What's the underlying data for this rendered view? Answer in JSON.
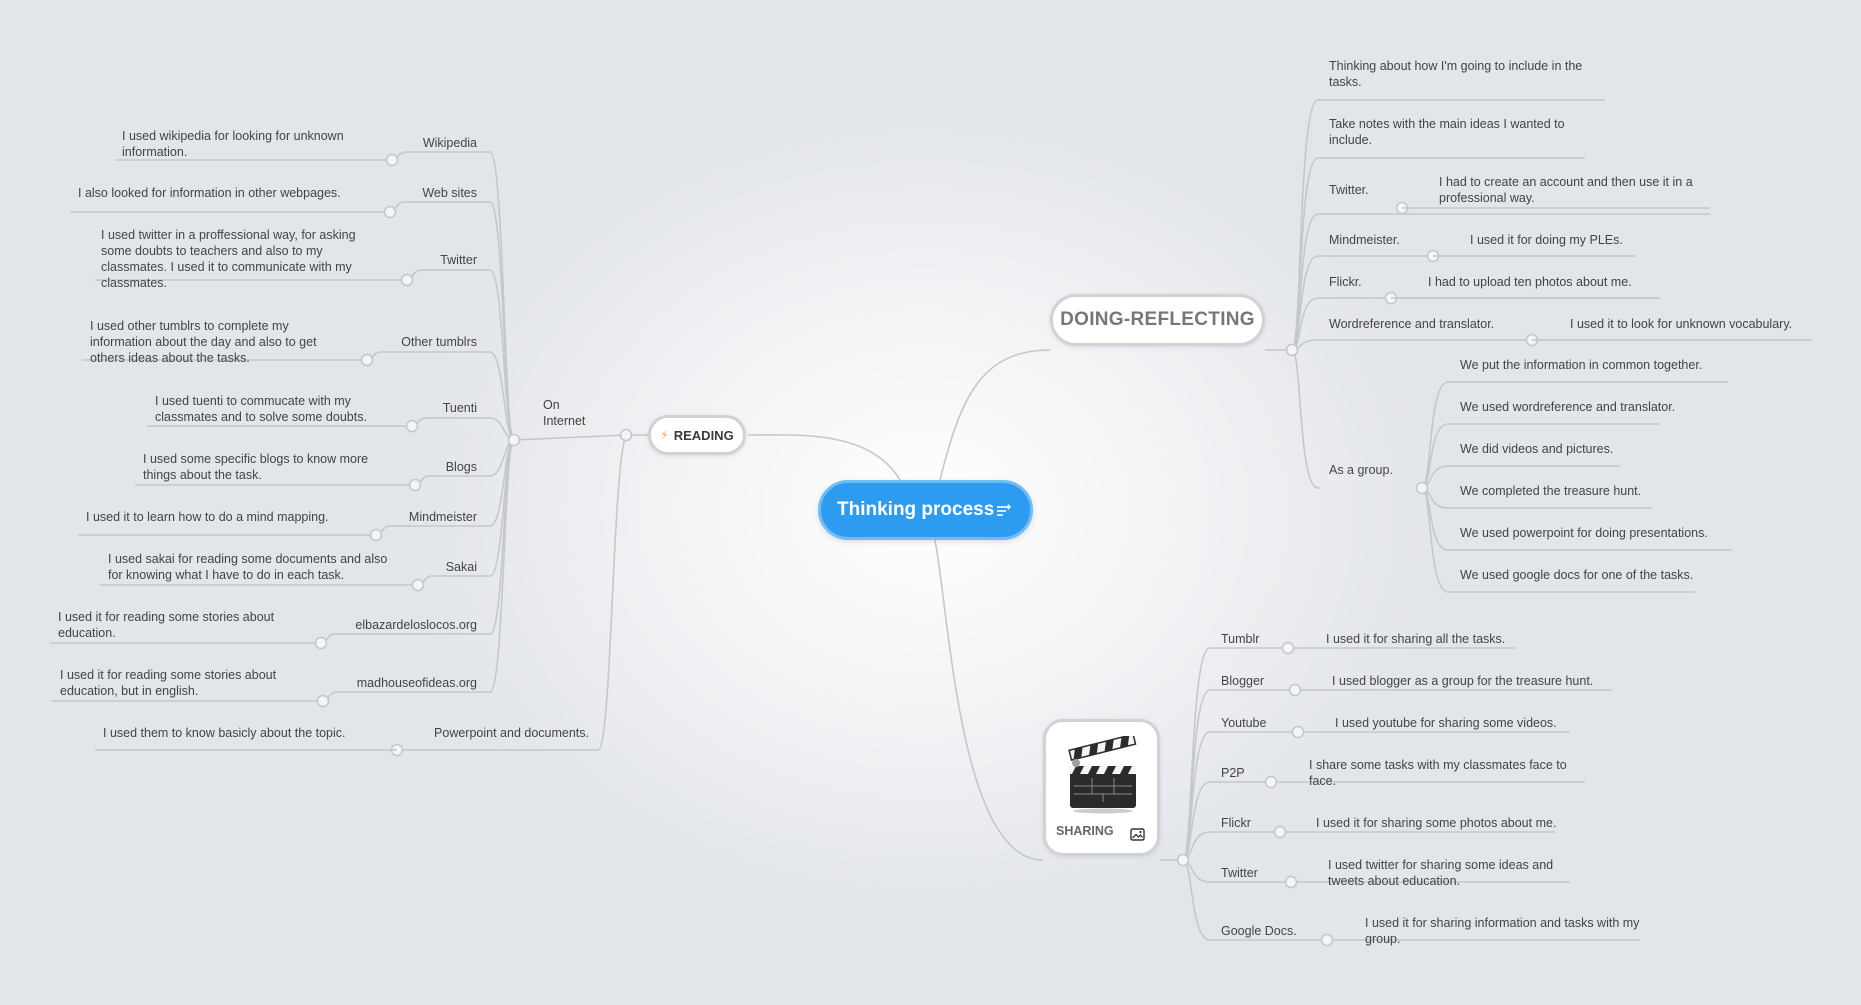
{
  "root": {
    "title": "Thinking process",
    "note_icon": "notes-icon"
  },
  "reading": {
    "label": "READING",
    "icon": "lightning-icon",
    "on_internet": "On\nInternet",
    "items": [
      {
        "label": "Wikipedia",
        "detail": "I used wikipedia for looking for unknown information."
      },
      {
        "label": "Web sites",
        "detail": "I also looked for information in other webpages."
      },
      {
        "label": "Twitter",
        "detail": "I used twitter in a proffessional way, for asking some doubts to teachers and also to my classmates. I used it to communicate with my classmates."
      },
      {
        "label": "Other tumblrs",
        "detail": "I used other tumblrs to complete my information about the day and also to get others ideas about the tasks."
      },
      {
        "label": "Tuenti",
        "detail": "I used tuenti to commucate with my classmates and to solve some doubts."
      },
      {
        "label": "Blogs",
        "detail": "I used some specific blogs to know more things about the task."
      },
      {
        "label": "Mindmeister",
        "detail": "I used it to learn how to do a mind mapping."
      },
      {
        "label": "Sakai",
        "detail": "I used sakai for reading some documents and also for knowing what I have to do in each task."
      },
      {
        "label": "elbazardeloslocos.org",
        "detail": "I used it for reading some stories about education."
      },
      {
        "label": "madhouseofideas.org",
        "detail": "I used it for reading some stories about education, but in english."
      }
    ],
    "powerpoint": {
      "label": "Powerpoint and documents.",
      "detail": "I used them to know basicly about the topic."
    }
  },
  "doing": {
    "label": "DOING-REFLECTING",
    "items": [
      {
        "label": "Thinking about how I'm going to include in the tasks."
      },
      {
        "label": "Take notes with the main ideas I wanted to include."
      },
      {
        "label": "Twitter.",
        "detail": "I had to create an account and then use it in a professional way."
      },
      {
        "label": "Mindmeister.",
        "detail": "I used it for doing my PLEs."
      },
      {
        "label": "Flickr.",
        "detail": "I had to upload ten photos about me."
      },
      {
        "label": "Wordreference and translator.",
        "detail": "I used it to look for unknown vocabulary."
      }
    ],
    "group": {
      "label": "As a group.",
      "items": [
        "We put the information in common together.",
        "We used wordreference and translator.",
        "We did videos and pictures.",
        "We completed the treasure hunt.",
        "We used powerpoint for doing presentations.",
        "We used google docs for one of the tasks."
      ]
    }
  },
  "sharing": {
    "label": "SHARING",
    "image_icon": "clapperboard-icon",
    "items": [
      {
        "label": "Tumblr",
        "detail": "I used it for sharing all the tasks."
      },
      {
        "label": "Blogger",
        "detail": "I used blogger as a group for the treasure hunt."
      },
      {
        "label": "Youtube",
        "detail": "I used youtube for sharing some videos."
      },
      {
        "label": "P2P",
        "detail": "I share some tasks with my classmates face to face."
      },
      {
        "label": "Flickr",
        "detail": "I used it for sharing some photos about me."
      },
      {
        "label": "Twitter",
        "detail": "I used twitter for sharing some ideas and tweets about education."
      },
      {
        "label": "Google Docs.",
        "detail": "I used it for sharing information and tasks with my group."
      }
    ]
  },
  "colors": {
    "root": "#2d9cf0",
    "line": "#c4c7cb",
    "background": "#e2e5e9"
  }
}
